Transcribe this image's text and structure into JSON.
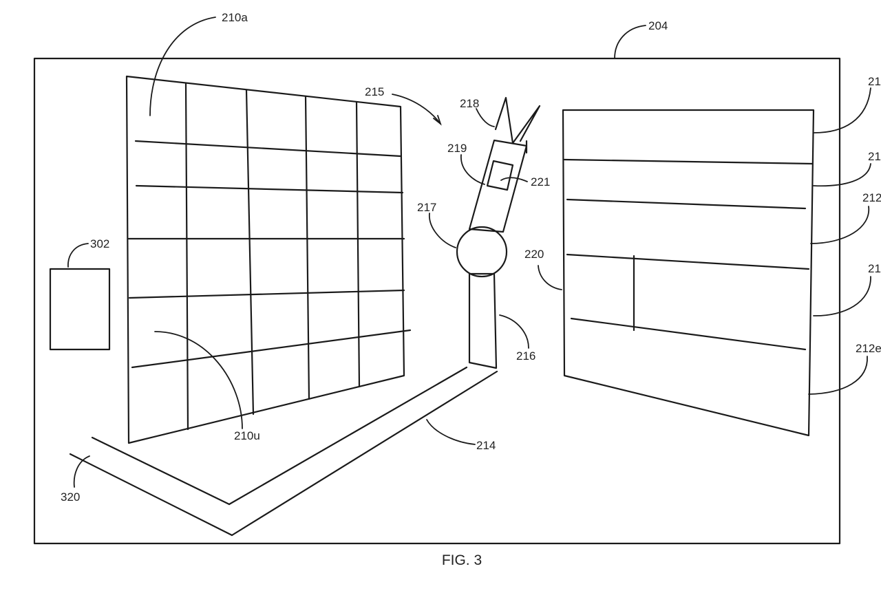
{
  "figure": {
    "caption": "FIG. 3",
    "labels": {
      "l204": "204",
      "l210a": "210a",
      "l210u": "210u",
      "l214": "214",
      "l215": "215",
      "l216": "216",
      "l217": "217",
      "l218": "218",
      "l219": "219",
      "l220": "220",
      "l221": "221",
      "l302": "302",
      "l320": "320",
      "l212_1": "21",
      "l212_2": "21",
      "l212_3": "212",
      "l212_4": "21",
      "l212_5": "212e"
    }
  }
}
